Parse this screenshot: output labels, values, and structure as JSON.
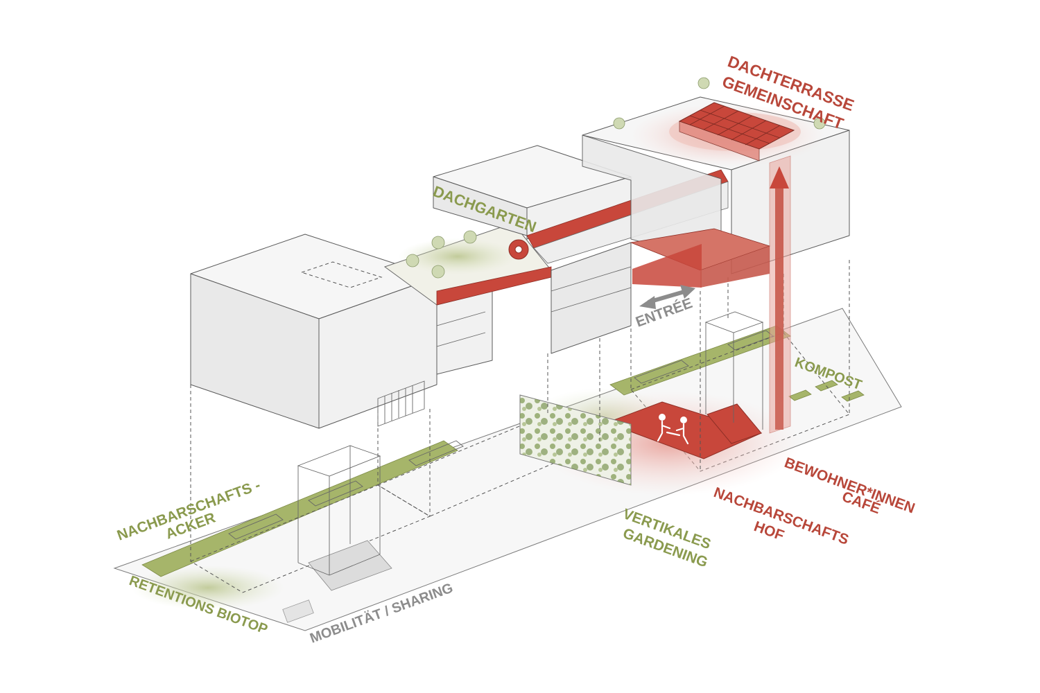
{
  "labels": {
    "dachterrasse_line1": "DACHTERRASSE",
    "dachterrasse_line2": "GEMEINSCHAFT",
    "dachgarten": "DACHGARTEN",
    "entree": "ENTRÉE",
    "kompost": "KOMPOST",
    "cafe_line1": "BEWOHNER*INNEN",
    "cafe_line2": "CAFÉ",
    "hof_line1": "NACHBARSCHAFTS",
    "hof_line2": "HOF",
    "vertikales_line1": "VERTIKALES",
    "vertikales_line2": "GARDENING",
    "acker_line1": "NACHBARSCHAFTS -",
    "acker_line2": "ACKER",
    "retention": "RETENTIONS BIOTOP",
    "mobilitaet": "MOBILITÄT / SHARING"
  },
  "colors": {
    "green": "#8a9a4e",
    "red": "#b8473a",
    "grey": "#8c8c8c"
  }
}
